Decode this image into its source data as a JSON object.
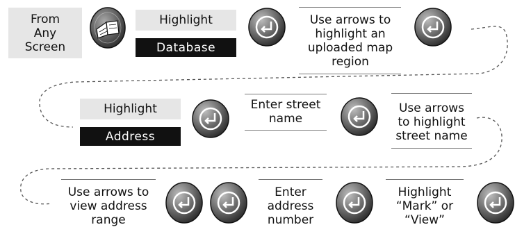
{
  "start": {
    "label_line1": "From",
    "label_line2": "Any",
    "label_line3": "Screen"
  },
  "keys": {
    "highlight_database": {
      "line1": "Highlight",
      "line2": "Database"
    },
    "highlight_address": {
      "line1": "Highlight",
      "line2": "Address"
    }
  },
  "steps": {
    "select_region": {
      "line1": "Use arrows to",
      "line2": "highlight an",
      "line3": "uploaded map",
      "line4": "region"
    },
    "enter_street": {
      "line1": "Enter street",
      "line2": "name"
    },
    "select_street": {
      "line1": "Use arrows",
      "line2": "to highlight",
      "line3": "street name"
    },
    "view_range": {
      "line1": "Use arrows to",
      "line2": "view address",
      "line3": "range"
    },
    "enter_number": {
      "line1": "Enter",
      "line2": "address",
      "line3": "number"
    },
    "mark_view": {
      "line1": "Highlight",
      "line2": "“Mark” or",
      "line3": "“View”"
    }
  },
  "icons": {
    "book": "book-icon",
    "enter": "enter-key-icon"
  },
  "colors": {
    "label_background": "#e6e6e6",
    "key_background": "#111111",
    "key_text": "#ffffff",
    "button_dark": "#333333",
    "connector": "#555555"
  }
}
